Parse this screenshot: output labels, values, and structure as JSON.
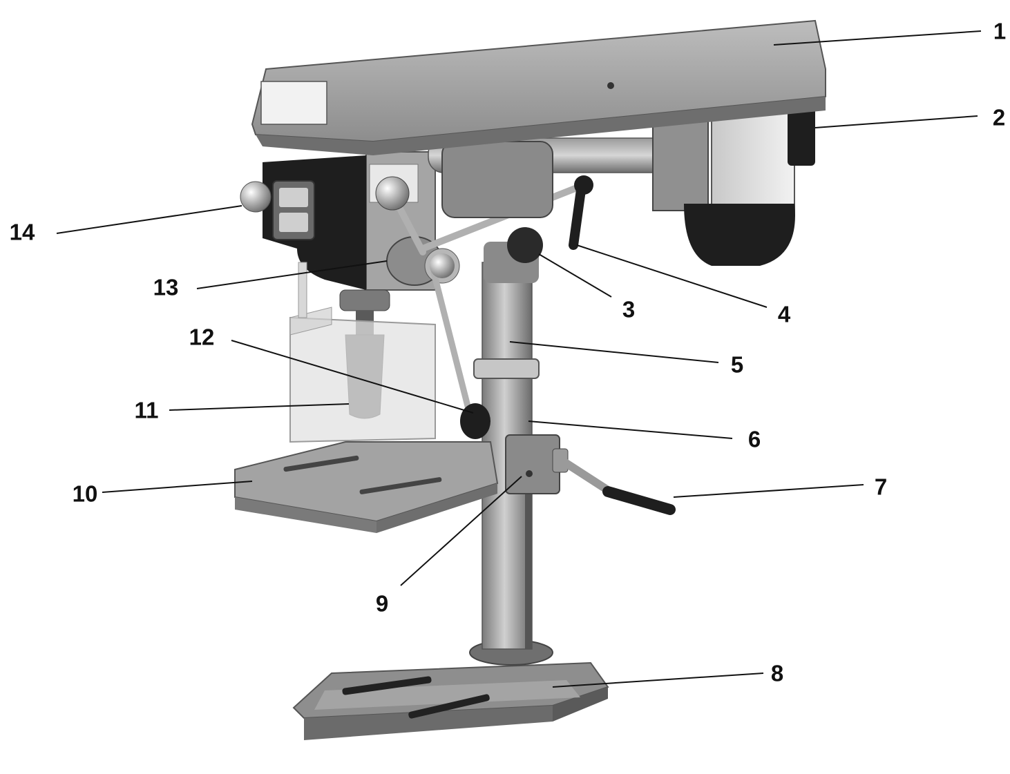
{
  "callouts": [
    {
      "id": "1",
      "label": "1"
    },
    {
      "id": "2",
      "label": "2"
    },
    {
      "id": "3",
      "label": "3"
    },
    {
      "id": "4",
      "label": "4"
    },
    {
      "id": "5",
      "label": "5"
    },
    {
      "id": "6",
      "label": "6"
    },
    {
      "id": "7",
      "label": "7"
    },
    {
      "id": "8",
      "label": "8"
    },
    {
      "id": "9",
      "label": "9"
    },
    {
      "id": "10",
      "label": "10"
    },
    {
      "id": "11",
      "label": "11"
    },
    {
      "id": "12",
      "label": "12"
    },
    {
      "id": "13",
      "label": "13"
    },
    {
      "id": "14",
      "label": "14"
    }
  ],
  "colors": {
    "metal_light": "#a9a9a9",
    "metal_mid": "#8f8f8f",
    "metal_dark": "#5e5e5e",
    "black_part": "#1e1e1e",
    "guard": "#dcdcdc",
    "ink": "#111111"
  }
}
